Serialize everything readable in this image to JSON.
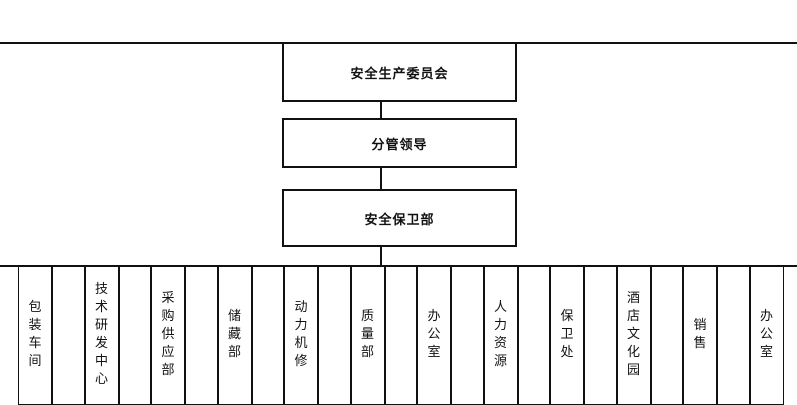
{
  "diagram": {
    "top": {
      "label": "安全生产委员会"
    },
    "middle": {
      "label": "分管领导"
    },
    "dept": {
      "label": "安全保卫部"
    },
    "units": [
      {
        "label": "包装车间"
      },
      {
        "label": "技术研发中心"
      },
      {
        "label": "采购供应部"
      },
      {
        "label": "储藏部"
      },
      {
        "label": "动力机修"
      },
      {
        "label": "质量部"
      },
      {
        "label": "办公室"
      },
      {
        "label": "人力资源"
      },
      {
        "label": "保卫处"
      },
      {
        "label": "酒店文化园"
      },
      {
        "label": "销售"
      },
      {
        "label": "办公室"
      }
    ]
  }
}
